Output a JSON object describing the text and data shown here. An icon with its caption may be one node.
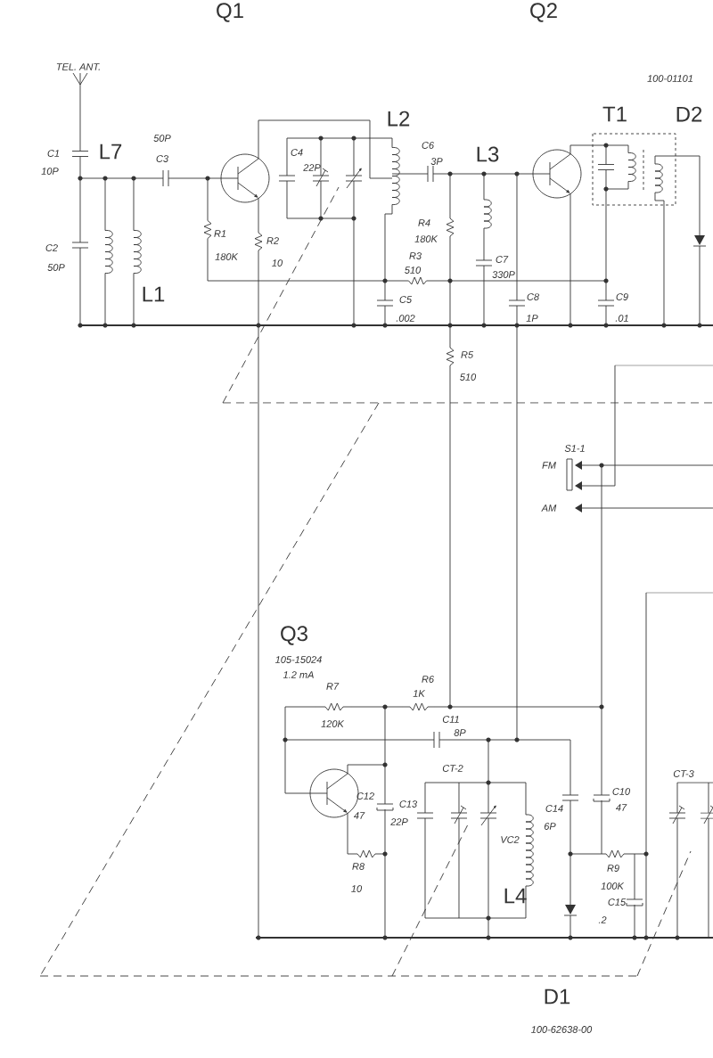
{
  "diagram": {
    "labels": [
      "Q1",
      "Q2",
      "TEL. ANT.",
      "100-01101",
      "C1",
      "L7",
      "50P",
      "C3",
      "10P",
      "C4",
      "22P",
      "L2",
      "C6",
      "3P",
      "L3",
      "T1",
      "D2",
      "R1",
      "180K",
      "R2",
      "10",
      "R4",
      "180K",
      "C2",
      "50P",
      "R3",
      "510",
      "C7",
      "330P",
      "L1",
      "C5",
      "C8",
      "C9",
      ".002",
      "1P",
      ".01",
      "R5",
      "510",
      "S1-1",
      "FM",
      "AM",
      "Q3",
      "105-15024",
      "1.2 mA",
      "R6",
      "R7",
      "1K",
      "C11",
      "120K",
      "8P",
      "CT-2",
      "CT-3",
      "C12",
      "C10",
      "C13",
      "C14",
      "47",
      "47",
      "22P",
      "6P",
      "VC2",
      "R8",
      "R9",
      "10",
      "100K",
      "L4",
      "C15",
      ".2",
      "D1",
      "100-62638-00"
    ]
  }
}
